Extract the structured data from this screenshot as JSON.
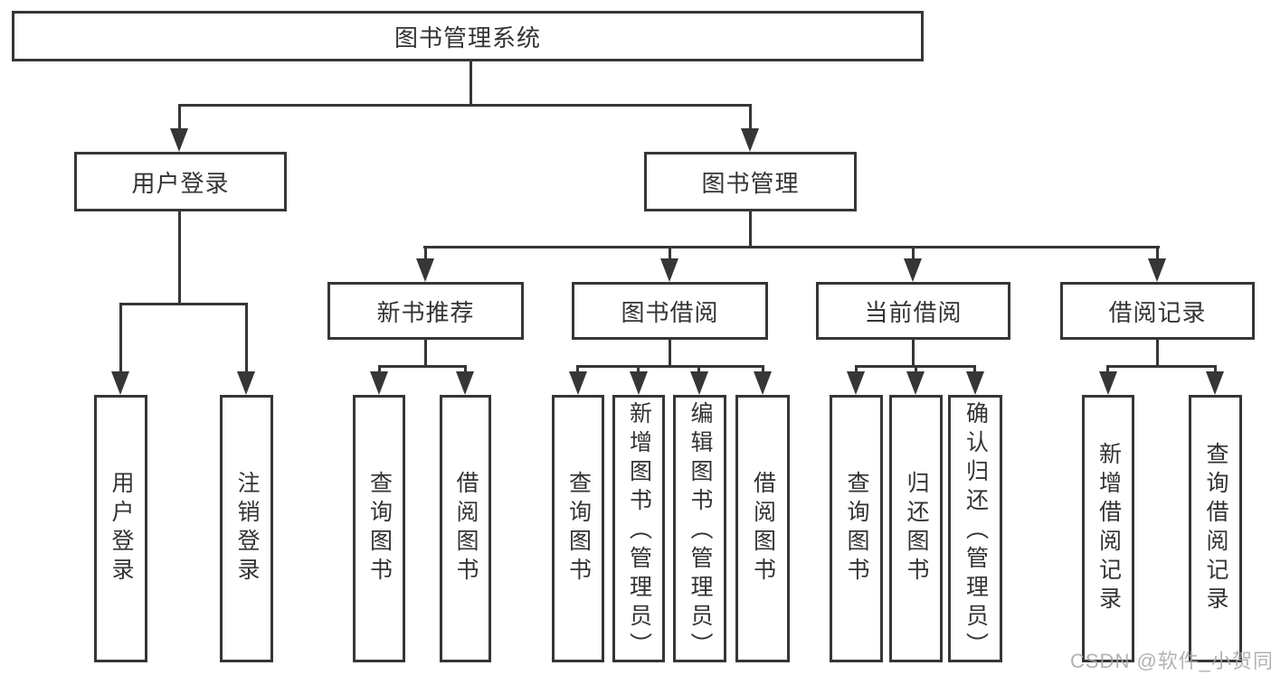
{
  "tree": {
    "root": "图书管理系统",
    "branches": [
      {
        "label": "用户登录",
        "children": [
          "用户登录",
          "注销登录"
        ]
      },
      {
        "label": "图书管理",
        "sections": [
          {
            "label": "新书推荐",
            "children": [
              "查询图书",
              "借阅图书"
            ]
          },
          {
            "label": "图书借阅",
            "children": [
              "查询图书",
              "新增图书（管理员）",
              "编辑图书（管理员）",
              "借阅图书"
            ]
          },
          {
            "label": "当前借阅",
            "children": [
              "查询图书",
              "归还图书",
              "确认归还（管理员）"
            ]
          },
          {
            "label": "借阅记录",
            "children": [
              "新增借阅记录",
              "查询借阅记录"
            ]
          }
        ]
      }
    ]
  },
  "watermark": "CSDN @软件_小贺同学",
  "colors": {
    "line": "#363636",
    "text": "#333333",
    "background": "#ffffff",
    "watermark": "#a4a4a4"
  }
}
